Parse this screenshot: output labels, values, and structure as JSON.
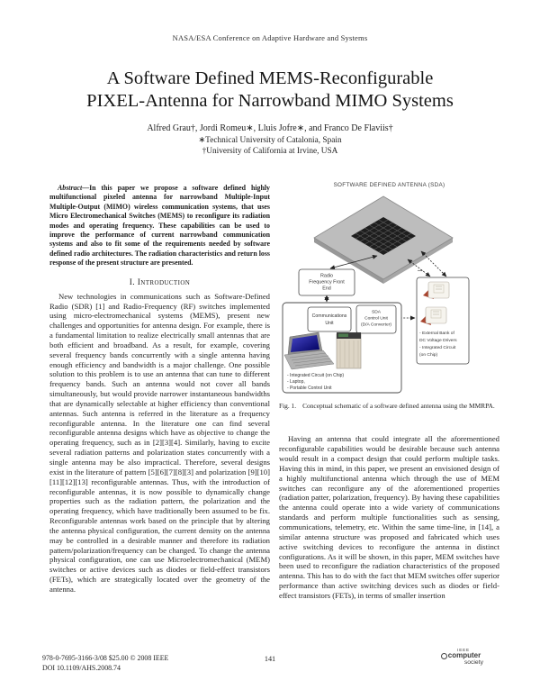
{
  "page": {
    "conference": "NASA/ESA Conference on Adaptive Hardware and Systems",
    "title_line1": "A Software Defined MEMS-Reconfigurable",
    "title_line2": "PIXEL-Antenna for Narrowband MIMO Systems",
    "authors": "Alfred Grau†, Jordi Romeu∗, Lluis Jofre∗, and Franco De Flaviis†",
    "affiliation1": "∗Technical University of Catalonia, Spain",
    "affiliation2": "†University of California at Irvine, USA"
  },
  "abstract": {
    "lead": "Abstract",
    "text": "—In this paper we propose a software defined highly multifunctional pixeled antenna for narrowband Multiple-Input Multiple-Output (MIMO) wireless communication systems, that uses Micro Electromechanical Switches (MEMS) to reconfigure its radiation modes and operating frequency. These capabilities can be used to improve the performance of current narrowband communication systems and also to fit some of the requirements needed by software defined radio architectures. The radiation characteristics and return loss response of the present structure are presented."
  },
  "section": {
    "number": "I.",
    "title": "Introduction"
  },
  "paragraphs": {
    "intro": "New technologies in communications such as Software-Defined Radio (SDR) [1] and Radio-Frequency (RF) switches implemented using micro-electromechanical systems (MEMS), present new challenges and opportunities for antenna design. For example, there is a fundamental limitation to realize electrically small antennas that are both efficient and broadband. As a result, for example, covering several frequency bands concurrently with a single antenna having enough efficiency and bandwidth is a major challenge. One possible solution to this problem is to use an antenna that can tune to different frequency bands. Such an antenna would not cover all bands simultaneously, but would provide narrower instantaneous bandwidths that are dynamically selectable at higher efficiency than conventional antennas. Such antenna is referred in the literature as a frequency reconfigurable antenna. In the literature one can find several reconfigurable antenna designs which have as objective to change the operating frequency, such as in [2][3][4]. Similarly, having to excite several radiation patterns and polarization states concurrently with a single antenna may be also impractical. Therefore, several designs exist in the literature of pattern [5][6][7][8][3] and polarization [9][10][11][12][13] reconfigurable antennas. Thus, with the introduction of reconfigurable antennas, it is now possible to dynamically change properties such as the radiation pattern, the polarization and the operating frequency, which have traditionally been assumed to be fix. Reconfigurable antennas work based on the principle that by altering the antenna physical configuration, the current density on the antenna may be controlled in a desirable manner and therefore its radiation pattern/polarization/frequency can be changed. To change the antenna physical configuration, one can use Microelectromechanical (MEM) switches or active devices such as diodes or field-effect transistors (FETs), which are strategically located over the geometry of the antenna.",
    "col2": "Having an antenna that could integrate all the aforementioned reconfigurable capabilities would be desirable because such antenna would result in a compact design that could perform multiple tasks. Having this in mind, in this paper, we present an envisioned design of a highly multifunctional antenna which through the use of MEM switches can reconfigure any of the aforementioned properties (radiation patter, polarization, frequency). By having these capabilities the antenna could operate into a wide variety of communications standards and perform multiple functionalities such as sensing, communications, telemetry, etc. Within the same time-line, in [14], a similar antenna structure was proposed and fabricated which uses active switching devices to reconfigure the antenna in distinct configurations. As it will be shown, in this paper, MEM switches have been used to reconfigure the radiation characteristics of the proposed antenna. This has to do with the fact that MEM switches offer superior performance than active switching devices such as diodes or field-effect transistors (FETs), in terms of smaller insertion"
  },
  "figure": {
    "title": "SOFTWARE DEFINED ANTENNA (SDA)",
    "caption_tag": "Fig. 1.",
    "caption_text": "Conceptual schematic of a software defined antenna using the MMRPA.",
    "dots": "...",
    "rffe": [
      "Radio",
      "Frequency Front",
      "End"
    ],
    "comm": [
      "Communications",
      "Unit"
    ],
    "sda_ctrl": [
      "SDA",
      "Control Unit",
      "(D/A Converter)"
    ],
    "bank_lines": [
      "- External Bank of",
      "DC Voltage Drivers",
      "- Integrated Circuit",
      "(on Chip)"
    ],
    "host_lines": [
      "- Integrated Circuit (on Chip)",
      "- Laptop,",
      "- Portable Control Unit"
    ]
  },
  "footer": {
    "copyright": "978-0-7695-3166-3/08 $25.00 © 2008 IEEE",
    "doi": "DOI 10.1109/AHS.2008.74",
    "page_number": "141",
    "logo_ieee": "IEEE",
    "logo_computer": "computer",
    "logo_society": "society"
  }
}
